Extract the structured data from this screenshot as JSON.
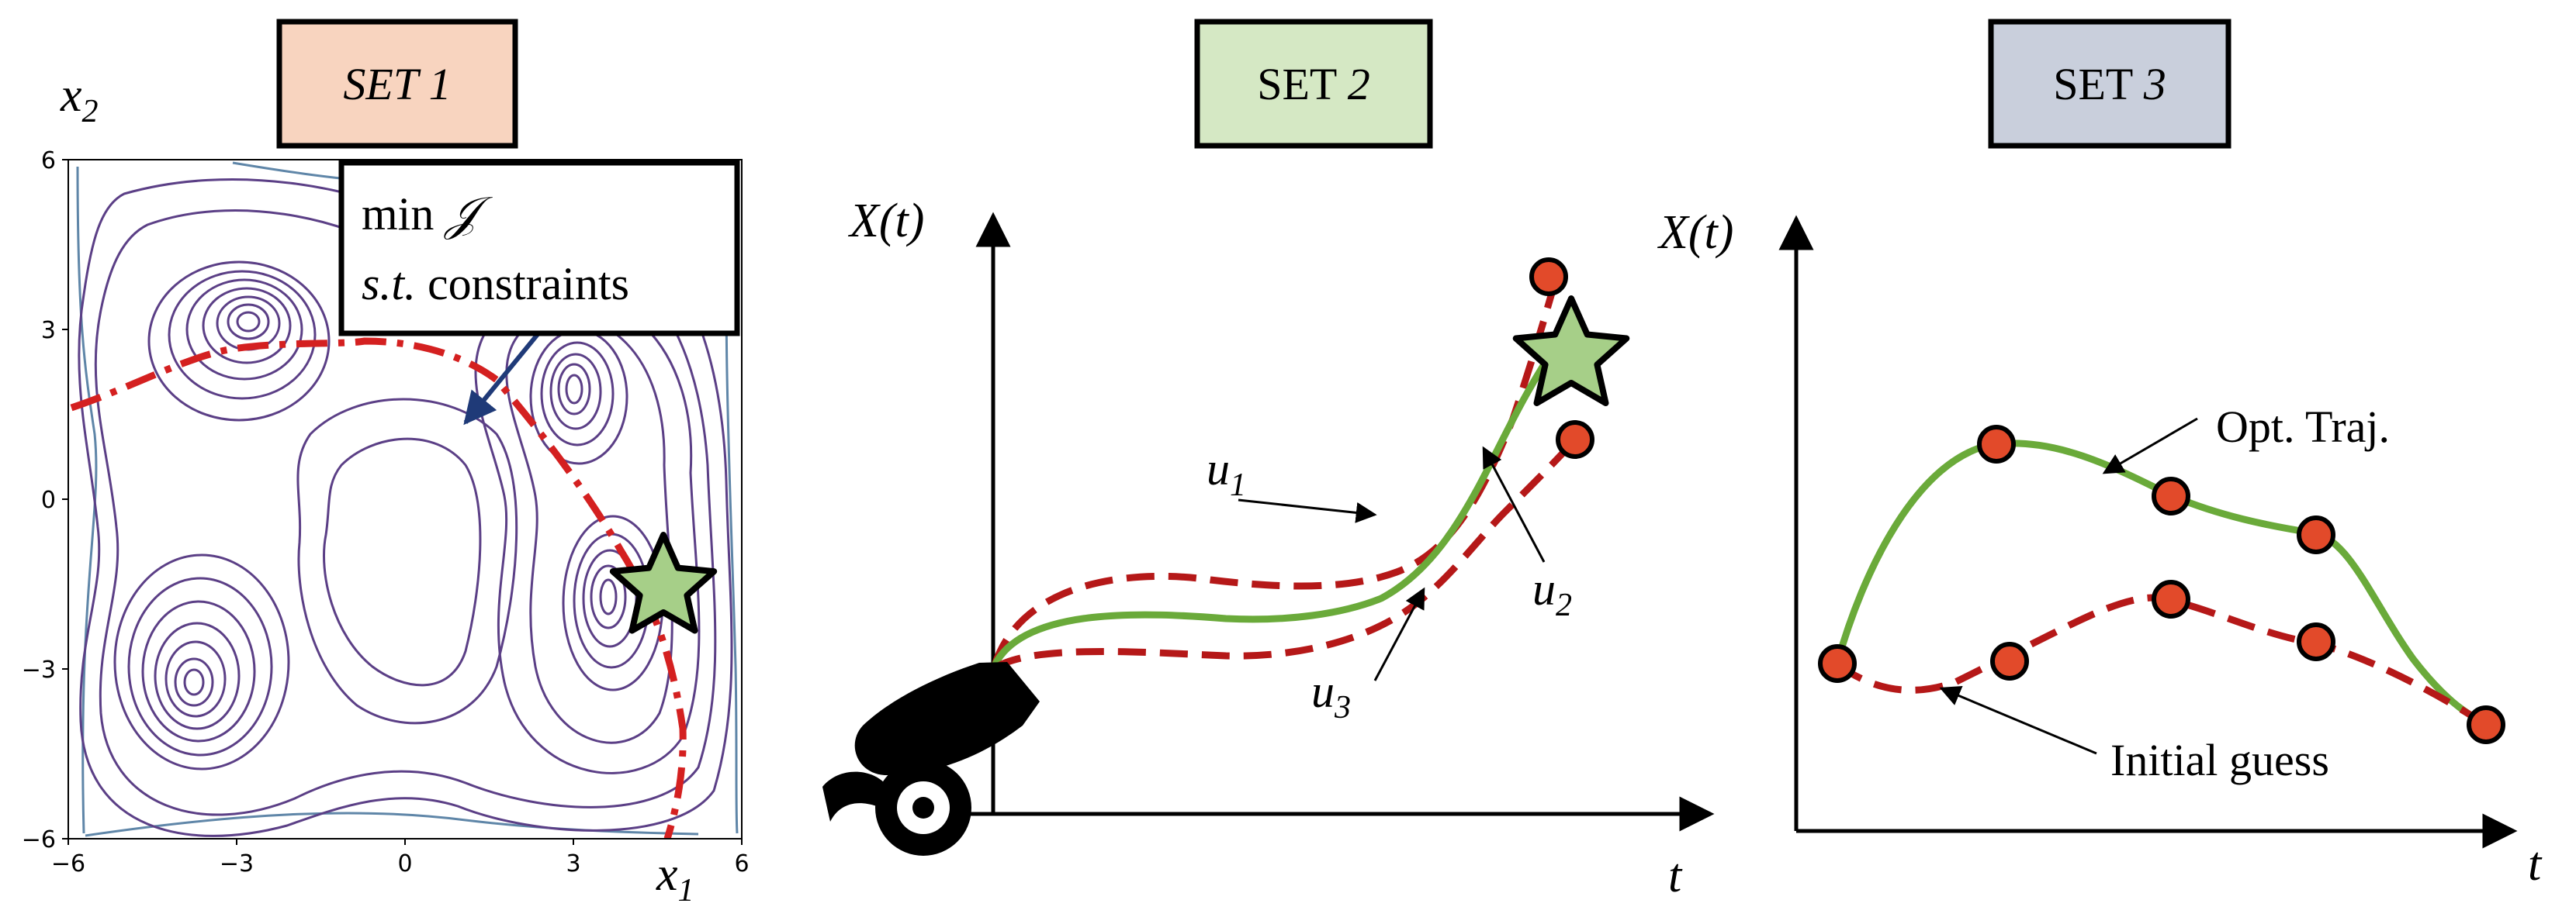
{
  "panels": {
    "set1": {
      "badge": {
        "prefix": "SET",
        "num": "1",
        "color": "#f8d4bf"
      },
      "x_label": {
        "base": "x",
        "sub": "1"
      },
      "y_label": {
        "base": "x",
        "sub": "2"
      },
      "x_ticks": [
        "−6",
        "−3",
        "0",
        "3",
        "6"
      ],
      "y_ticks": [
        "6",
        "3",
        "0",
        "−3",
        "−6"
      ],
      "callout": {
        "line1_text": "min",
        "line1_symbol": "𝒥",
        "line2_st": "s.t.",
        "line2_text": "constraints"
      }
    },
    "set2": {
      "badge": {
        "prefix": "SET",
        "num": "2",
        "color": "#d5e8c4"
      },
      "y_label": "X(t)",
      "x_label": "t",
      "u1": {
        "base": "u",
        "sub": "1"
      },
      "u2": {
        "base": "u",
        "sub": "2"
      },
      "u3": {
        "base": "u",
        "sub": "3"
      }
    },
    "set3": {
      "badge": {
        "prefix": "SET",
        "num": "3",
        "color": "#c9cfdc"
      },
      "y_label": "X(t)",
      "x_label": "t",
      "opt_label": "Opt. Traj.",
      "guess_label": "Initial guess"
    }
  },
  "colors": {
    "red": "#d42020",
    "green": "#6aaa3a",
    "dot": "#e24a2a",
    "star": "#a6cf88",
    "arrow_blue": "#1f3a78",
    "contour": "#5b3f86"
  }
}
